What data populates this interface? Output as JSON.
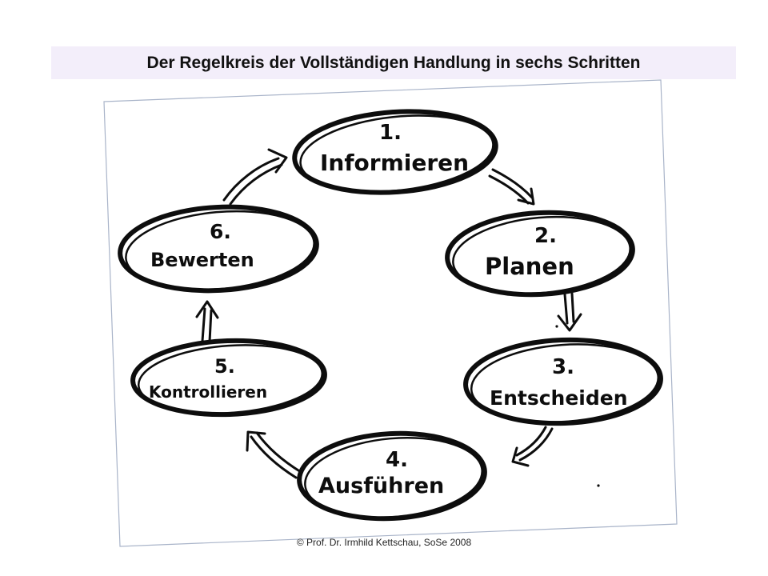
{
  "title": "Der Regelkreis der Vollständigen Handlung in sechs Schritten",
  "steps": [
    {
      "number": "1.",
      "label": "Informieren"
    },
    {
      "number": "2.",
      "label": "Planen"
    },
    {
      "number": "3.",
      "label": "Entscheiden"
    },
    {
      "number": "4.",
      "label": "Ausführen"
    },
    {
      "number": "5.",
      "label": "Kontrollieren"
    },
    {
      "number": "6.",
      "label": "Bewerten"
    }
  ],
  "footer": "© Prof. Dr. Irmhild Kettschau, SoSe 2008",
  "colors": {
    "title_background": "#f3eefa",
    "ink": "#0d0d0d",
    "frame": "#a9b4c9"
  }
}
